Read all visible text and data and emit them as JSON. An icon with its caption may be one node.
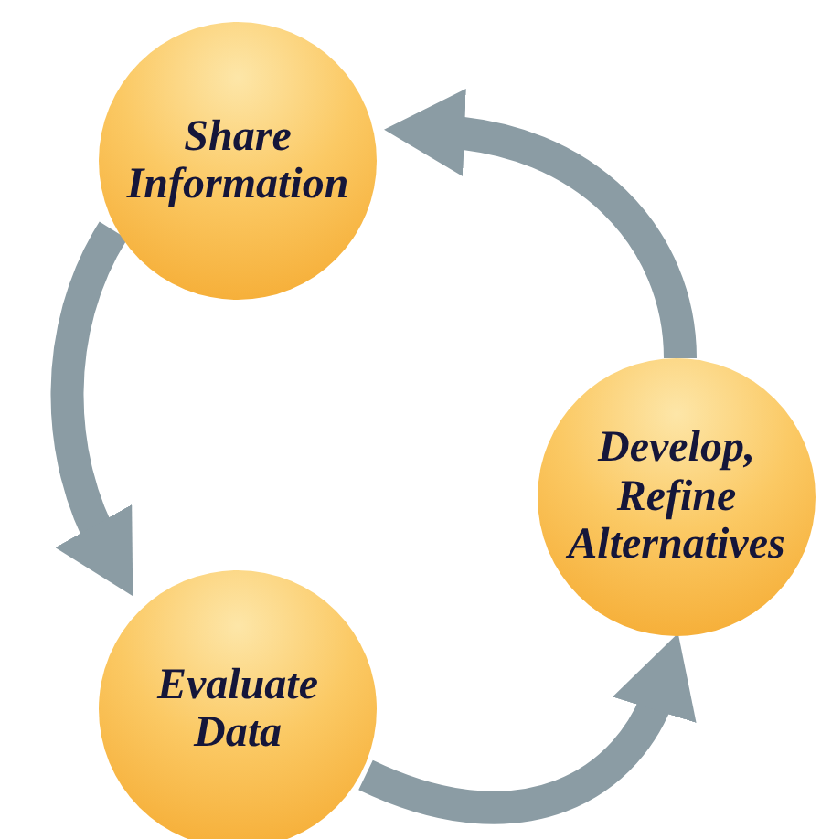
{
  "diagram": {
    "nodes": [
      {
        "text": [
          "Share Information"
        ]
      },
      {
        "text": [
          "Develop, Refine Alternatives"
        ]
      },
      {
        "text": [
          "Evaluate Data"
        ]
      }
    ],
    "edges": [
      {
        "from": 1,
        "to": 0,
        "arrow": "to"
      },
      {
        "from": 0,
        "to": 2,
        "arrow": "to"
      },
      {
        "from": 2,
        "to": 1,
        "arrow": "to"
      }
    ]
  }
}
